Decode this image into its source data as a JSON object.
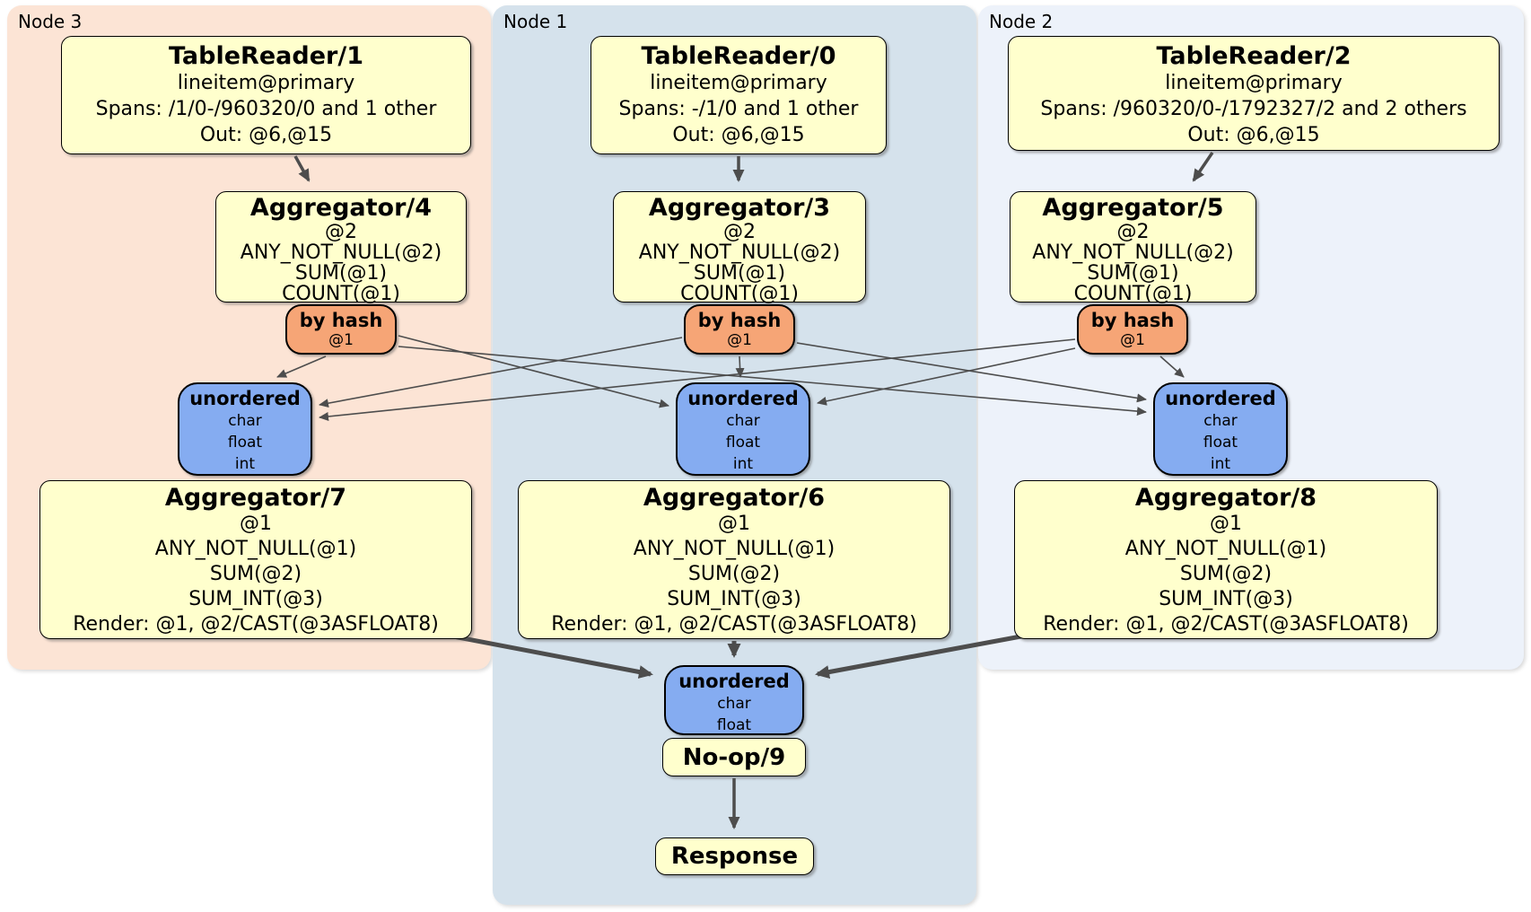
{
  "colors": {
    "yellow": "#ffffcd",
    "orange": "#f6a576",
    "blue": "#85acf1",
    "region-node1": "#d5e2ec",
    "region-node2": "#edf2fa",
    "region-node3": "#fce4d5",
    "edge": "#4d4d4d"
  },
  "regions": [
    {
      "id": "node3",
      "label": "Node 3"
    },
    {
      "id": "node1",
      "label": "Node 1"
    },
    {
      "id": "node2",
      "label": "Node 2"
    }
  ],
  "nodes": {
    "tr1": {
      "title": "TableReader/1",
      "lines": [
        "lineitem@primary",
        "Spans: /1/0-/960320/0 and 1 other",
        "Out: @6,@15"
      ]
    },
    "tr0": {
      "title": "TableReader/0",
      "lines": [
        "lineitem@primary",
        "Spans: -/1/0 and 1 other",
        "Out: @6,@15"
      ]
    },
    "tr2": {
      "title": "TableReader/2",
      "lines": [
        "lineitem@primary",
        "Spans: /960320/0-/1792327/2 and 2 others",
        "Out: @6,@15"
      ]
    },
    "agg4": {
      "title": "Aggregator/4",
      "lines": [
        "@2",
        "ANY_NOT_NULL(@2)",
        "SUM(@1)",
        "COUNT(@1)"
      ]
    },
    "agg3": {
      "title": "Aggregator/3",
      "lines": [
        "@2",
        "ANY_NOT_NULL(@2)",
        "SUM(@1)",
        "COUNT(@1)"
      ]
    },
    "agg5": {
      "title": "Aggregator/5",
      "lines": [
        "@2",
        "ANY_NOT_NULL(@2)",
        "SUM(@1)",
        "COUNT(@1)"
      ]
    },
    "router3": {
      "title": "by hash",
      "lines": [
        "@1"
      ]
    },
    "router1": {
      "title": "by hash",
      "lines": [
        "@1"
      ]
    },
    "router2": {
      "title": "by hash",
      "lines": [
        "@1"
      ]
    },
    "sync3": {
      "title": "unordered",
      "lines": [
        "char",
        "float",
        "int"
      ]
    },
    "sync1": {
      "title": "unordered",
      "lines": [
        "char",
        "float",
        "int"
      ]
    },
    "sync2": {
      "title": "unordered",
      "lines": [
        "char",
        "float",
        "int"
      ]
    },
    "agg7": {
      "title": "Aggregator/7",
      "lines": [
        "@1",
        "ANY_NOT_NULL(@1)",
        "SUM(@2)",
        "SUM_INT(@3)",
        "Render: @1, @2/CAST(@3ASFLOAT8)"
      ]
    },
    "agg6": {
      "title": "Aggregator/6",
      "lines": [
        "@1",
        "ANY_NOT_NULL(@1)",
        "SUM(@2)",
        "SUM_INT(@3)",
        "Render: @1, @2/CAST(@3ASFLOAT8)"
      ]
    },
    "agg8": {
      "title": "Aggregator/8",
      "lines": [
        "@1",
        "ANY_NOT_NULL(@1)",
        "SUM(@2)",
        "SUM_INT(@3)",
        "Render: @1, @2/CAST(@3ASFLOAT8)"
      ]
    },
    "syncFinal": {
      "title": "unordered",
      "lines": [
        "char",
        "float"
      ]
    },
    "noop": {
      "title": "No-op/9"
    },
    "response": {
      "title": "Response"
    }
  }
}
